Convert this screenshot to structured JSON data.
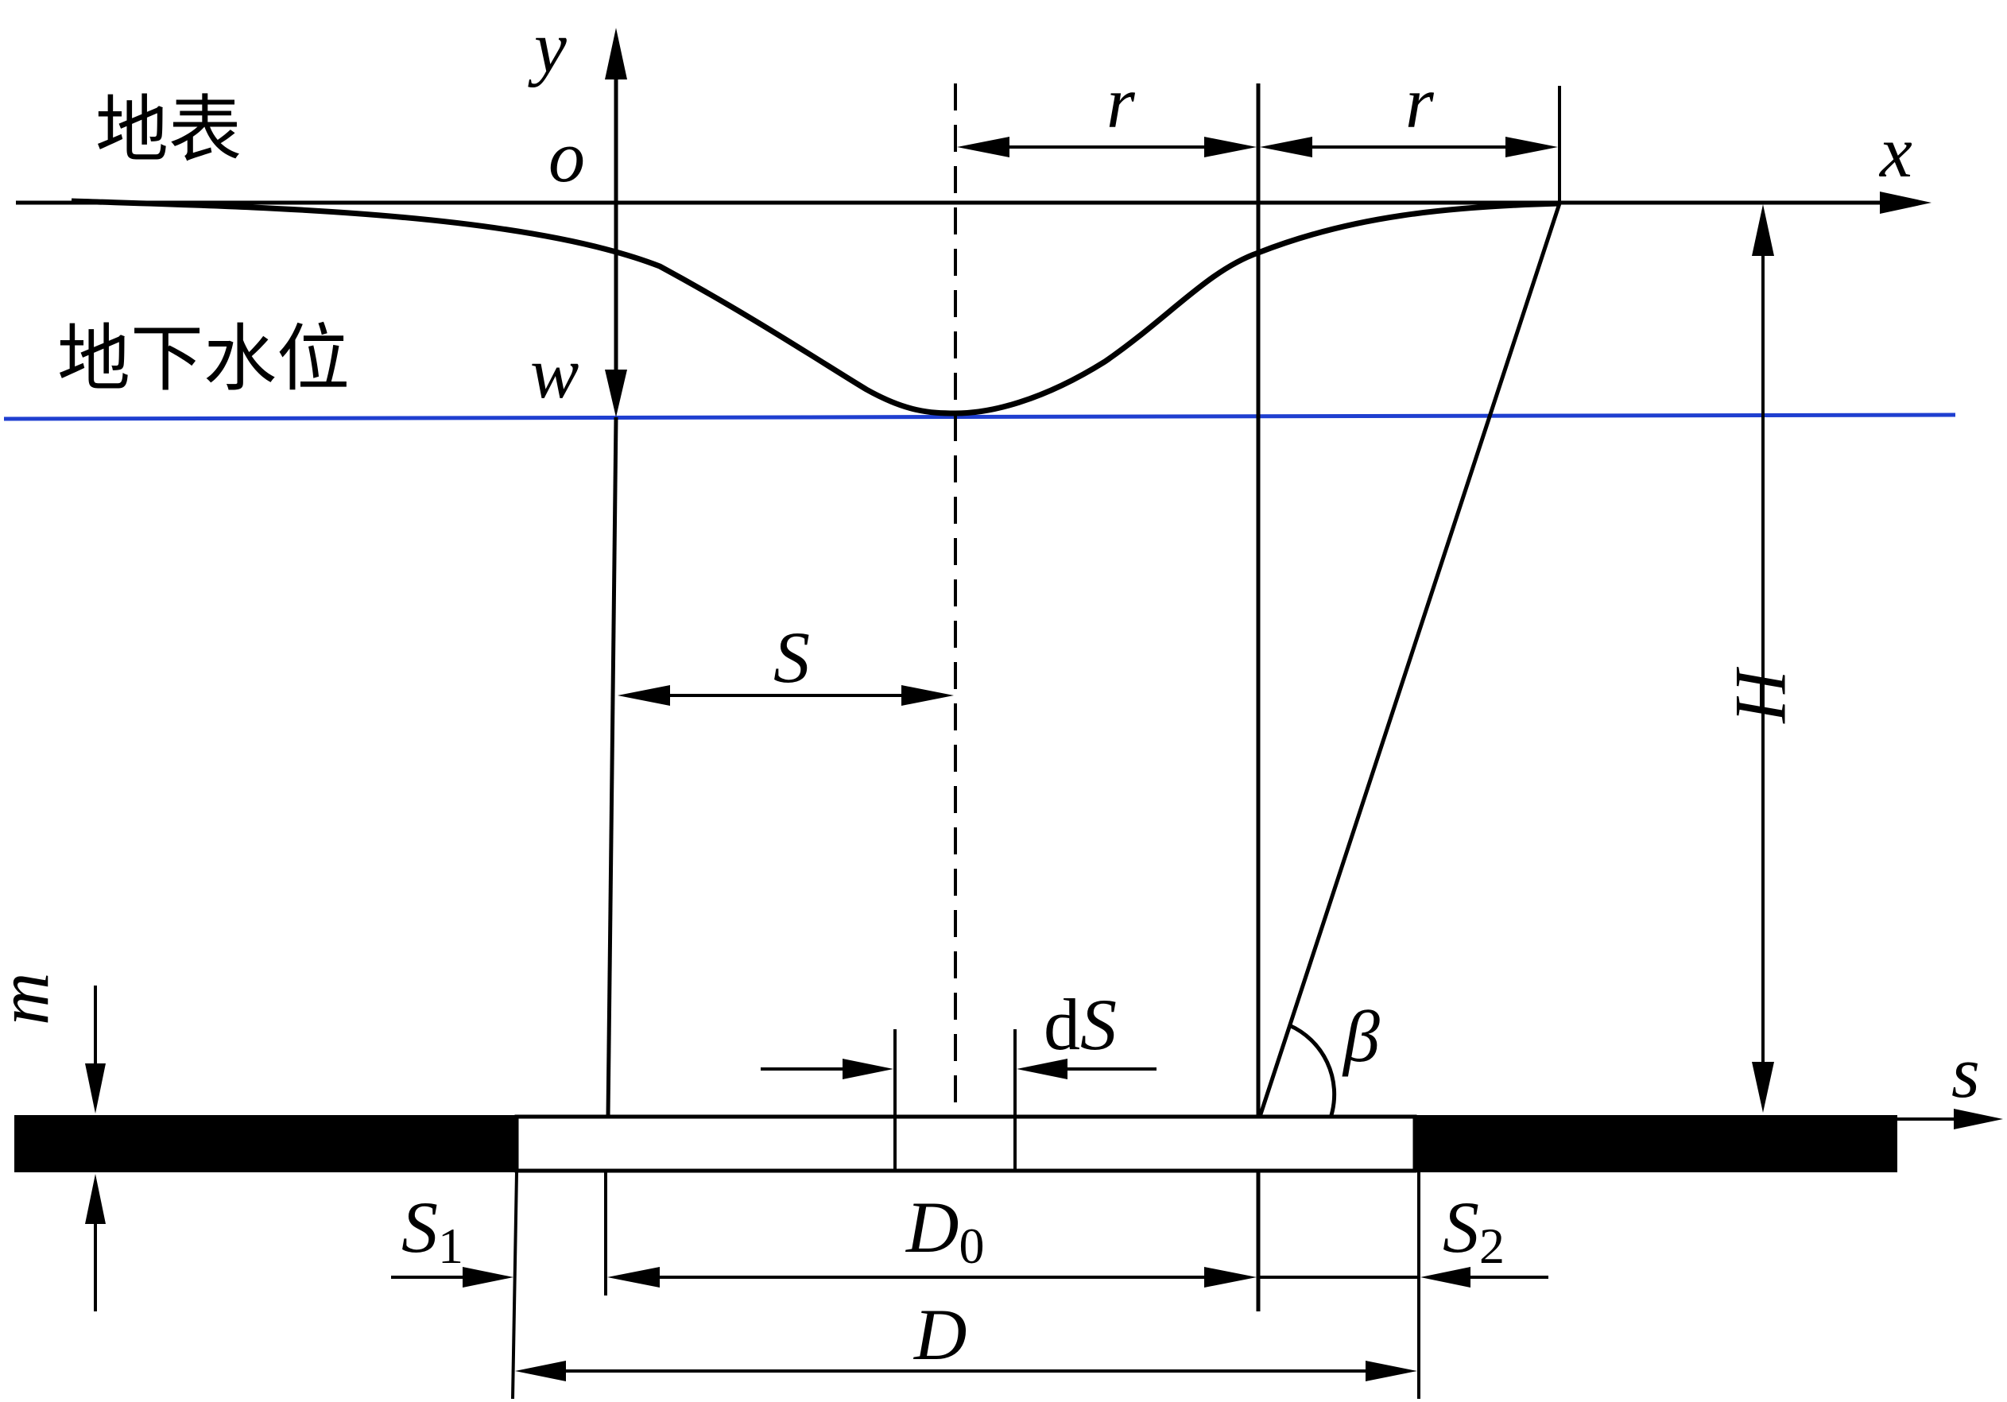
{
  "labels": {
    "ground_surface": "地表",
    "groundwater_level": "地下水位",
    "y_axis": "y",
    "x_axis": "x",
    "origin": "o",
    "w_axis": "w",
    "r_left": "r",
    "r_right": "r",
    "S": "S",
    "H": "H",
    "dS_prefix": "d",
    "dS_var": "S",
    "beta": "β",
    "s_axis": "s",
    "m": "m",
    "S1_var": "S",
    "S1_sub": "1",
    "S2_var": "S",
    "S2_sub": "2",
    "D0_var": "D",
    "D0_sub": "0",
    "D": "D"
  },
  "colors": {
    "line": "#000000",
    "water_table": "#1f3fd0",
    "seam": "#000000",
    "background": "#ffffff"
  }
}
